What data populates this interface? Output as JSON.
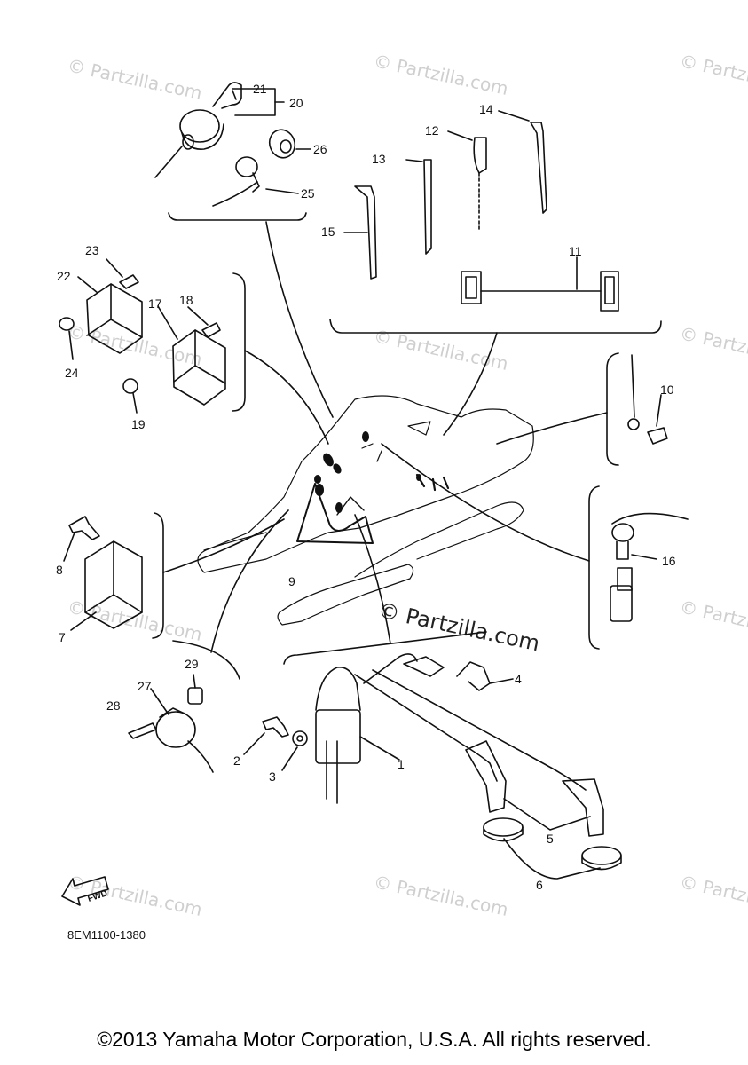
{
  "watermark_text": "© Partzilla.com",
  "center_watermark": "© Partzilla.com",
  "fwd_label": "FWD",
  "diagram_code": "8EM1100-1380",
  "copyright": "©2013 Yamaha Motor Corporation, U.S.A. All rights reserved.",
  "callouts": [
    "1",
    "2",
    "3",
    "4",
    "5",
    "6",
    "7",
    "8",
    "9",
    "10",
    "11",
    "12",
    "13",
    "14",
    "15",
    "16",
    "17",
    "18",
    "19",
    "20",
    "21",
    "22",
    "23",
    "24",
    "25",
    "26",
    "27",
    "28",
    "29"
  ]
}
